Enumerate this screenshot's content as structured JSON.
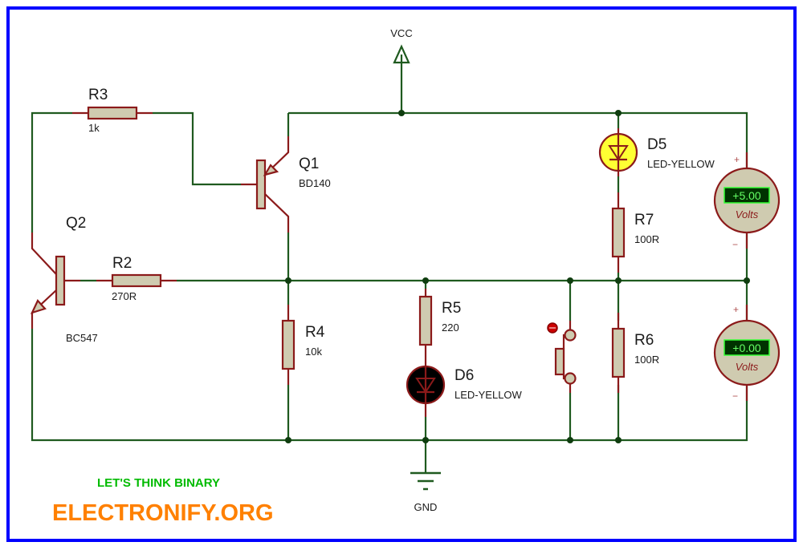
{
  "title": "Transistor latch circuit schematic",
  "colors": {
    "border": "#0000ff",
    "wire": "#1f5a1f",
    "lead": "#8b1a1a",
    "component_fill": "#cfcbb0",
    "led_on": "#ffff33",
    "led_off": "#000000",
    "display_bg": "#003300",
    "display_text": "#66ff66",
    "tagline": "#00bb00",
    "brand": "#ff8000"
  },
  "power": {
    "vcc_label": "VCC",
    "gnd_label": "GND"
  },
  "components": {
    "r3": {
      "ref": "R3",
      "value": "1k"
    },
    "r2": {
      "ref": "R2",
      "value": "270R"
    },
    "r4": {
      "ref": "R4",
      "value": "10k"
    },
    "r5": {
      "ref": "R5",
      "value": "220"
    },
    "r6": {
      "ref": "R6",
      "value": "100R"
    },
    "r7": {
      "ref": "R7",
      "value": "100R"
    },
    "q1": {
      "ref": "Q1",
      "value": "BD140"
    },
    "q2": {
      "ref": "Q2",
      "value": "BC547"
    },
    "d5": {
      "ref": "D5",
      "value": "LED-YELLOW",
      "state": "on"
    },
    "d6": {
      "ref": "D6",
      "value": "LED-YELLOW",
      "state": "off"
    },
    "switch": {
      "ref": "push-button",
      "state": "open"
    }
  },
  "voltmeters": [
    {
      "reading": "+5.00",
      "unit": "Volts",
      "plus": "+",
      "minus": "−"
    },
    {
      "reading": "+0.00",
      "unit": "Volts",
      "plus": "+",
      "minus": "−"
    }
  ],
  "branding": {
    "tagline": "LET'S THINK BINARY",
    "site": "ELECTRONIFY.ORG"
  }
}
